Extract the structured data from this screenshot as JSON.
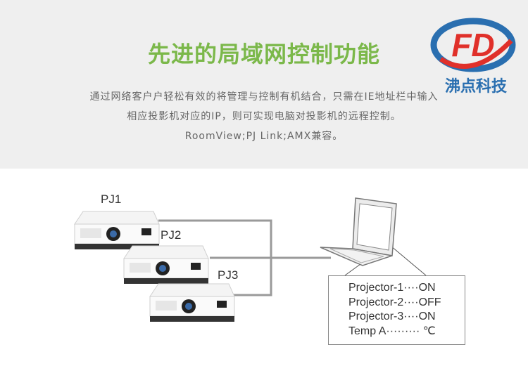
{
  "title": "先进的局域网控制功能",
  "description": [
    "通过网络客户户轻松有效的将管理与控制有机结合，只需在IE地址栏中输入",
    "相应投影机对应的IP，则可实现电脑对投影机的远程控制。",
    "RoomView;PJ Link;AMX兼容。"
  ],
  "brand": {
    "name": "沸点科技",
    "logo_letters": "FD"
  },
  "projectors": [
    {
      "label": "PJ1"
    },
    {
      "label": "PJ2"
    },
    {
      "label": "PJ3"
    }
  ],
  "status_panel": [
    "Projector-1····ON",
    "Projector-2····OFF",
    "Projector-3····ON",
    "Temp A········· ℃"
  ],
  "colors": {
    "title_green": "#7bb84a",
    "logo_blue": "#2a6fb0",
    "logo_red": "#e0302a",
    "line_gray": "#9a9a9a"
  }
}
